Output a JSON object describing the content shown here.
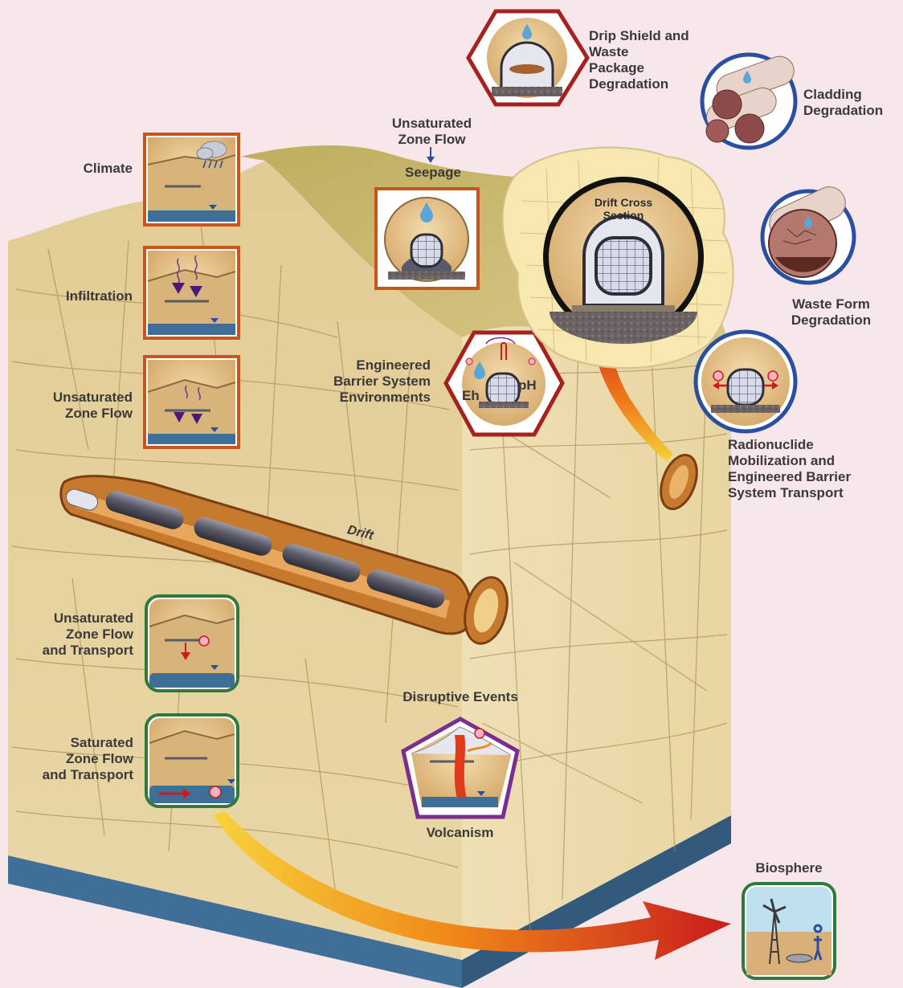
{
  "labels": {
    "climate": "Climate",
    "infiltration": "Infiltration",
    "uz_flow_left": "Unsaturated\nZone Flow",
    "uz_flow_top": "Unsaturated\nZone Flow",
    "seepage": "Seepage",
    "drip_shield": "Drip Shield and\nWaste\nPackage\nDegradation",
    "cladding": "Cladding\nDegradation",
    "drift_cross_section": "Drift Cross\nSection",
    "waste_form": "Waste Form\nDegradation",
    "ebs_env": "Engineered\nBarrier System\nEnvironments",
    "ebs_eh": "Eh",
    "ebs_ph": "pH",
    "radionuclide": "Radionuclide\nMobilization and\nEngineered Barrier\nSystem Transport",
    "drift": "Drift",
    "uz_flow_transport": "Unsaturated\nZone Flow\nand Transport",
    "sz_flow_transport": "Saturated\nZone Flow\nand Transport",
    "disruptive_events": "Disruptive Events",
    "volcanism": "Volcanism",
    "biosphere": "Biosphere"
  },
  "colors": {
    "background": "#f7e6ea",
    "rock_light": "#e9d6a4",
    "rock_dark": "#d9c08a",
    "terrain_top": "#c9b96a",
    "base_blue": "#3f6f96",
    "frame_orange": "#c8561c",
    "frame_green": "#2f7a3a",
    "frame_red": "#a6221e",
    "frame_blue": "#2a4fa0",
    "frame_purple": "#7a2e91",
    "arrow_red": "#c91c1c",
    "arrow_yellow": "#f5c51a"
  }
}
